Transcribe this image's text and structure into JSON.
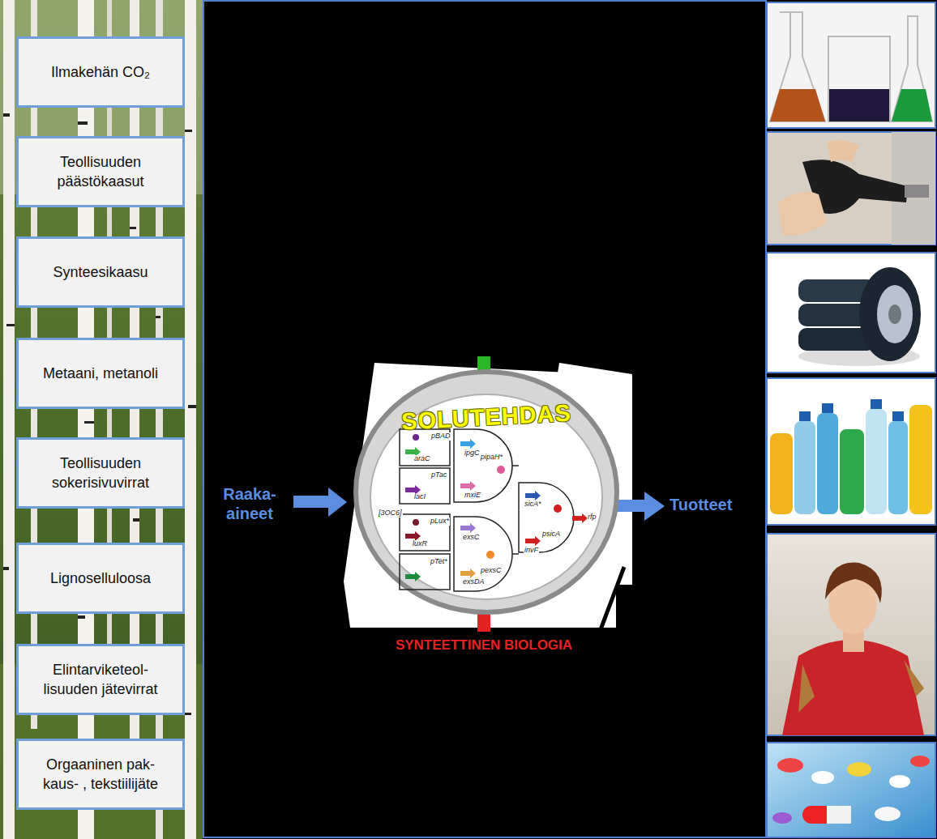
{
  "diagram": {
    "nodes": [
      {
        "text": [
          "Ilmakehän CO₂"
        ]
      },
      {
        "text": [
          "Teollisuuden päästökaasut"
        ]
      },
      {
        "text": [
          "Synteesikaasu"
        ]
      },
      {
        "text": [
          "Metaani, metanoli"
        ]
      },
      {
        "text": [
          "Teollisuuden sokerisivuvirrat"
        ]
      },
      {
        "text": [
          "Lignoselluloosa"
        ]
      },
      {
        "text": [
          "Elintarviketeol- lisuuden jätevirrat"
        ]
      },
      {
        "text": [
          "Orgaaninen pak- kaus- , tekstiilijäte"
        ]
      },
      {
        "text": [
          "SOLUTEHDAS"
        ]
      }
    ],
    "labels": [
      "Raaka- aineet",
      "Tuotteet",
      "SYNTEETTINEN BIOLOGIA",
      "araC",
      "pBAD",
      "lacI",
      "pTac",
      "ipgC",
      "mxiE",
      "pipaH*",
      "[3OC6]",
      "luxR",
      "pLux*",
      "pTet*",
      "exsC",
      "exsDA",
      "pexsC",
      "sicA*",
      "invF",
      "psicA",
      "rfp"
    ]
  }
}
